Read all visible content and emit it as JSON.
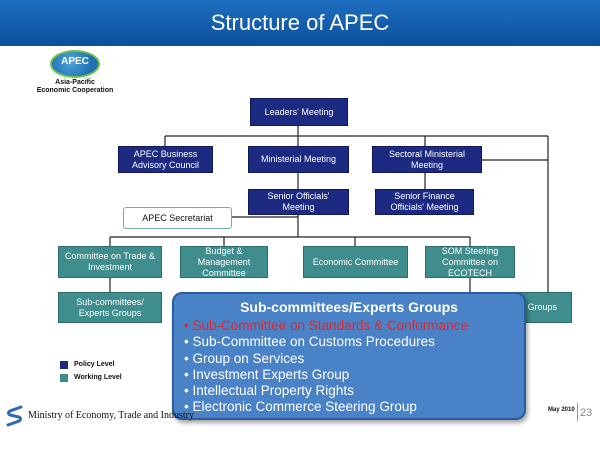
{
  "title": "Structure of APEC",
  "logo": {
    "mark": "APEC",
    "line1": "Asia-Pacific",
    "line2": "Economic Cooperation"
  },
  "nodes": {
    "leaders": "Leaders' Meeting",
    "abac": "APEC Business Advisory Council",
    "ministerial": "Ministerial Meeting",
    "sectoral": "Sectoral Ministerial Meeting",
    "som": "Senior Officials' Meeting",
    "finance": "Senior Finance Officials' Meeting",
    "secretariat": "APEC Secretariat",
    "cti": "Committee on Trade & Investment",
    "bmc": "Budget & Management Committee",
    "ec": "Economic Committee",
    "ecotech": "SOM Steering Committee on ECOTECH",
    "subcommittees": "Sub-committees/ Experts Groups",
    "working_groups_partial": "g Groups"
  },
  "legend": {
    "policy": "Policy Level",
    "working": "Working Level",
    "policy_color": "#1c2a82",
    "working_color": "#3f8d8c"
  },
  "callout": {
    "title": "Sub-committees/Experts Groups",
    "items": [
      {
        "text": "Sub-Committee on Standards & Conformance",
        "highlight": true
      },
      {
        "text": "Sub-Committee on Customs Procedures",
        "highlight": false
      },
      {
        "text": "Group on Services",
        "highlight": false
      },
      {
        "text": "Investment Experts Group",
        "highlight": false
      },
      {
        "text": "Intellectual Property Rights",
        "highlight": false
      },
      {
        "text": "Electronic Commerce Steering Group",
        "highlight": false
      }
    ],
    "bullet": "•",
    "highlight_color": "#e8242a"
  },
  "footer": {
    "ministry": "Ministry of Economy, Trade and Industry",
    "date": "May 2010",
    "page": "23"
  }
}
